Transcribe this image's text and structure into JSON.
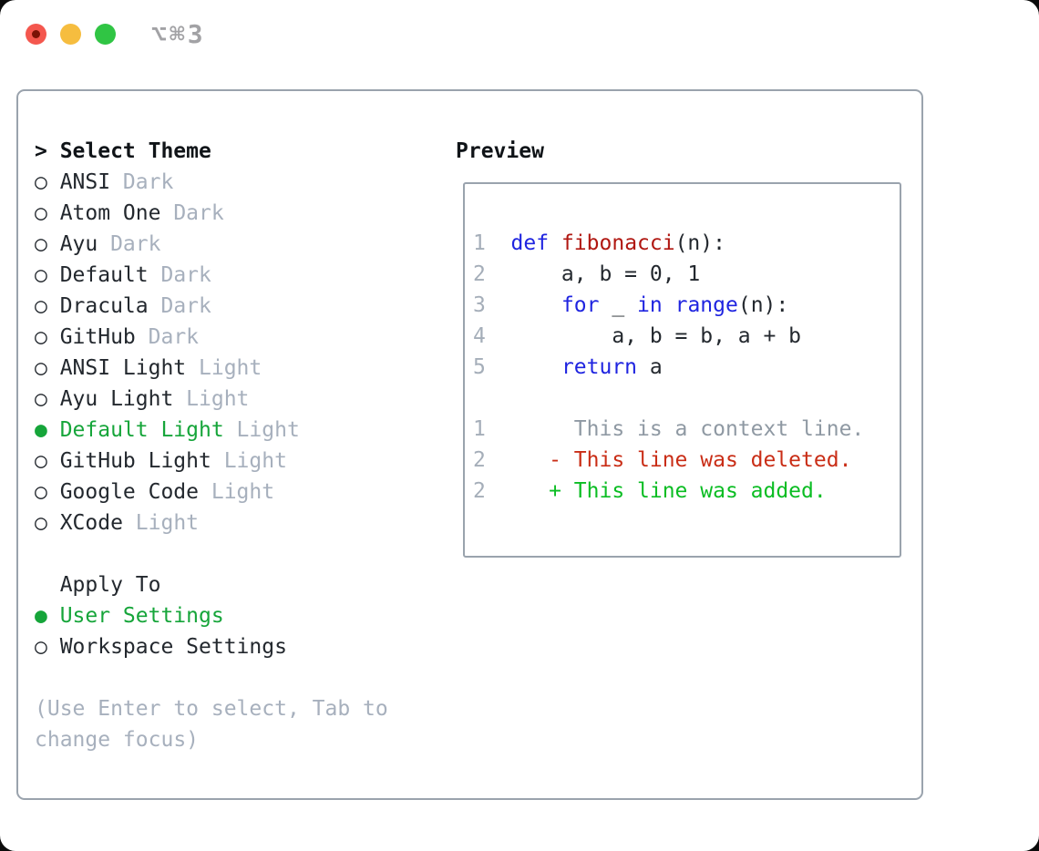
{
  "titlebar": {
    "shortcut_label": "⌥⌘3"
  },
  "theme_selector": {
    "prompt": ">",
    "title": "Select Theme",
    "radio_unselected_glyph": "○",
    "radio_selected_glyph": "●",
    "items": [
      {
        "name": "ANSI",
        "variant": "Dark",
        "selected": false
      },
      {
        "name": "Atom One",
        "variant": "Dark",
        "selected": false
      },
      {
        "name": "Ayu",
        "variant": "Dark",
        "selected": false
      },
      {
        "name": "Default",
        "variant": "Dark",
        "selected": false
      },
      {
        "name": "Dracula",
        "variant": "Dark",
        "selected": false
      },
      {
        "name": "GitHub",
        "variant": "Dark",
        "selected": false
      },
      {
        "name": "ANSI Light",
        "variant": "Light",
        "selected": false
      },
      {
        "name": "Ayu Light",
        "variant": "Light",
        "selected": false
      },
      {
        "name": "Default Light",
        "variant": "Light",
        "selected": true
      },
      {
        "name": "GitHub Light",
        "variant": "Light",
        "selected": false
      },
      {
        "name": "Google Code",
        "variant": "Light",
        "selected": false
      },
      {
        "name": "XCode",
        "variant": "Light",
        "selected": false
      }
    ]
  },
  "apply_to": {
    "title": "Apply To",
    "options": [
      {
        "label": "User Settings",
        "selected": true
      },
      {
        "label": "Workspace Settings",
        "selected": false
      }
    ]
  },
  "help_lines": [
    "(Use Enter to select, Tab to",
    "change focus)"
  ],
  "preview": {
    "title": "Preview",
    "lines": [
      {
        "num": "1",
        "tokens": [
          [
            "kw",
            "def"
          ],
          [
            "plain",
            " "
          ],
          [
            "fn",
            "fibonacci"
          ],
          [
            "plain",
            "(n):"
          ]
        ]
      },
      {
        "num": "2",
        "tokens": [
          [
            "plain",
            "    a, b = 0, 1"
          ]
        ]
      },
      {
        "num": "3",
        "tokens": [
          [
            "plain",
            "    "
          ],
          [
            "kw",
            "for"
          ],
          [
            "plain",
            " _ "
          ],
          [
            "kw",
            "in"
          ],
          [
            "plain",
            " "
          ],
          [
            "kw",
            "range"
          ],
          [
            "plain",
            "(n):"
          ]
        ]
      },
      {
        "num": "4",
        "tokens": [
          [
            "plain",
            "        a, b = b, a + b"
          ]
        ]
      },
      {
        "num": "5",
        "tokens": [
          [
            "plain",
            "    "
          ],
          [
            "kw",
            "return"
          ],
          [
            "plain",
            " a"
          ]
        ]
      },
      {
        "blank": true
      },
      {
        "num": "1",
        "tokens": [
          [
            "ctx",
            "     This is a context line."
          ]
        ]
      },
      {
        "num": "2",
        "tokens": [
          [
            "del",
            "   - This line was deleted."
          ]
        ]
      },
      {
        "num": "2",
        "tokens": [
          [
            "add",
            "   + This line was added."
          ]
        ]
      }
    ]
  },
  "colors": {
    "accent_green": "#16a53a",
    "added_green": "#0bbd23",
    "deleted_red": "#c92d16",
    "keyword_blue": "#1f24e0",
    "function_red": "#b01711",
    "text_dark": "#23282e",
    "heading_black": "#101418",
    "muted_gray": "#a7b0bd",
    "line_number_gray": "#a5aeb9",
    "context_gray": "#8f99a3",
    "border_gray": "#9aa3ad",
    "close_red": "#f4574e",
    "close_dot": "#7a1206",
    "minimize_yellow": "#f6bd3f",
    "zoom_green": "#30c544",
    "shortcut_gray": "#a2a2a5"
  }
}
